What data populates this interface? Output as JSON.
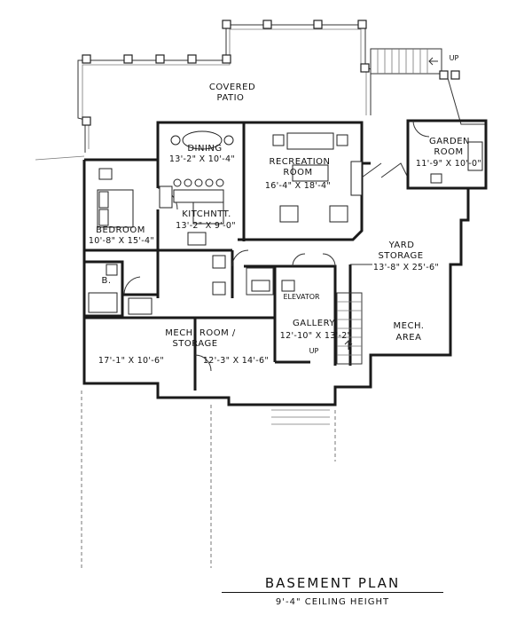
{
  "title": "BASEMENT PLAN",
  "subtitle": "9'-4\" CEILING HEIGHT",
  "rooms": {
    "patio": {
      "line1": "COVERED",
      "line2": "PATIO"
    },
    "dining": {
      "name": "DINING",
      "dim": "13'-2\" X 10'-4\""
    },
    "recreation": {
      "line1": "RECREATION",
      "line2": "ROOM",
      "dim": "16'-4\" X 18'-4\""
    },
    "garden": {
      "line1": "GARDEN",
      "line2": "ROOM",
      "dim": "11'-9\" X 10'-0\""
    },
    "bedroom": {
      "name": "BEDROOM",
      "dim": "10'-8\" X 15'-4\""
    },
    "kitchen": {
      "name": "KITCHNTT.",
      "dim": "13'-2\" X 9'-0\""
    },
    "yard": {
      "line1": "YARD",
      "line2": "STORAGE",
      "dim": "13'-8\" X 25'-6\""
    },
    "bath": {
      "name": "B."
    },
    "elevator": {
      "name": "ELEVATOR"
    },
    "gallery": {
      "name": "GALLERY",
      "dim": "12'-10\" X 13'-2\"",
      "up": "UP"
    },
    "mech_area": {
      "line1": "MECH.",
      "line2": "AREA"
    },
    "mech_room": {
      "line1": "MECH. ROOM /",
      "line2": "STORAGE",
      "dim_left": "17'-1\" X 10'-6\"",
      "dim_right": "12'-3\" X 14'-6\""
    },
    "stair": {
      "up": "UP"
    }
  }
}
